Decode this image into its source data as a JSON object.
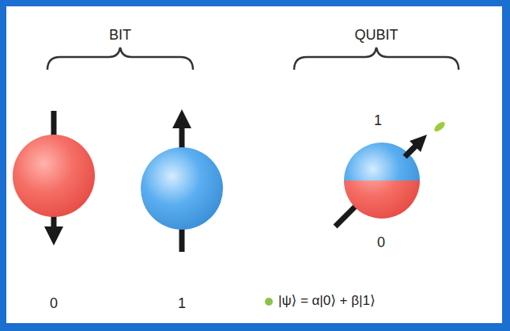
{
  "diagram": {
    "labels": [
      "BIT",
      "QUBIT",
      "0",
      "1",
      "1",
      "0",
      "|ψ⟩ = α|0⟩ + β|1⟩"
    ]
  }
}
